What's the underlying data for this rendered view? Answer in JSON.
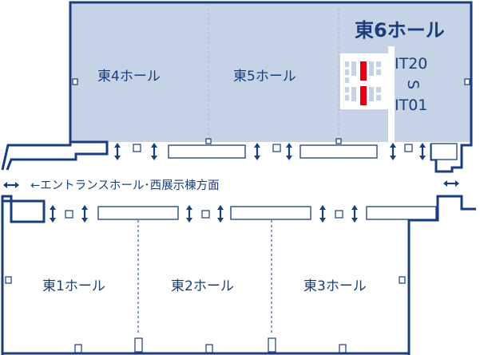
{
  "colors": {
    "hall_fill_upper": "#c6d3e6",
    "outline": "#1a3d7c",
    "booth_red": "#e60012",
    "background": "#ffffff"
  },
  "halls": {
    "east4": "東4ホール",
    "east5": "東5ホール",
    "east6": "東6ホール",
    "east1": "東1ホール",
    "east2": "東2ホール",
    "east3": "東3ホール"
  },
  "booth_range": {
    "top": "IT20",
    "separator": "S",
    "bottom": "IT01"
  },
  "corridor": {
    "label": "←エントランスホール･西展示棟方面",
    "left_arrow": "↔",
    "right_arrow": "↔"
  },
  "icons": {
    "escalator": "double-arrow-icon",
    "elevator": "square-icon",
    "booth": "booth-rect-icon"
  }
}
